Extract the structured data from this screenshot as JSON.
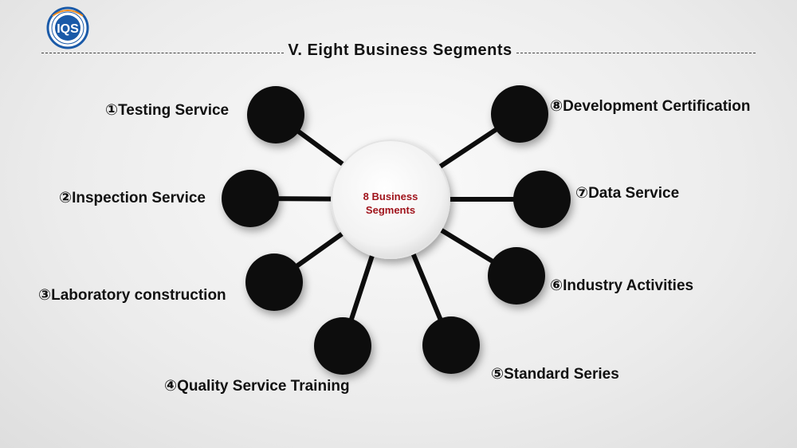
{
  "header": {
    "logo_text": "IQS",
    "title": "V. Eight Business Segments"
  },
  "center": {
    "line1": "8 Business",
    "line2": "Segments"
  },
  "segments": [
    {
      "label": "①Testing Service"
    },
    {
      "label": "②Inspection Service"
    },
    {
      "label": "③Laboratory construction"
    },
    {
      "label": "④Quality Service Training"
    },
    {
      "label": "⑤Standard Series"
    },
    {
      "label": "⑥Industry Activities"
    },
    {
      "label": "⑦Data Service"
    },
    {
      "label": "⑧Development Certification"
    }
  ],
  "colors": {
    "node": "#0d0d0d",
    "center_text": "#a0141c",
    "logo_blue": "#1a5aa8",
    "logo_orange": "#f08a1c"
  }
}
